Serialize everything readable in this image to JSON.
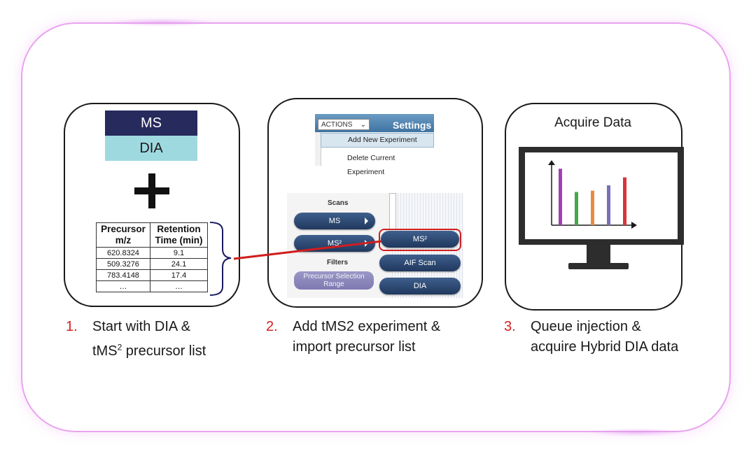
{
  "panel1": {
    "ms_label": "MS",
    "dia_label": "DIA",
    "table": {
      "headers": [
        [
          "Precursor",
          "m/z"
        ],
        [
          "Retention",
          "Time (min)"
        ]
      ],
      "rows": [
        [
          "620.8324",
          "9.1"
        ],
        [
          "509.3276",
          "24.1"
        ],
        [
          "783.4148",
          "17.4"
        ],
        [
          "…",
          "…"
        ]
      ]
    }
  },
  "panel2": {
    "actions_label": "ACTIONS",
    "settings_label": "Settings",
    "menu_items": [
      "Add New Experiment",
      "Delete Current Experiment"
    ],
    "scans_label": "Scans",
    "filters_label": "Filters",
    "left_buttons": [
      "MS",
      "MS²"
    ],
    "filter_button": "Precursor Selection Range",
    "right_buttons": [
      "MS²",
      "AIF Scan",
      "DIA"
    ]
  },
  "panel3": {
    "title": "Acquire Data",
    "bar_colors": [
      "#a23fb8",
      "#43a84a",
      "#ea8a3f",
      "#7570b8",
      "#d8343c"
    ],
    "bar_values": [
      0.85,
      0.5,
      0.52,
      0.6,
      0.72
    ]
  },
  "steps": [
    {
      "number": "1.",
      "line1": "Start with DIA &",
      "line2_pre": "tMS",
      "line2_sup": "2",
      "line2_post": " precursor list"
    },
    {
      "number": "2.",
      "line1": "Add tMS2 experiment &",
      "line2": "import precursor list"
    },
    {
      "number": "3.",
      "line1": "Queue injection &",
      "line2": "acquire Hybrid DIA data"
    }
  ],
  "colors": {
    "frame": "#e9a3ee",
    "ms_box": "#262a5c",
    "dia_box": "#9fd9e0",
    "highlight": "#d01e1e",
    "bracket": "#1a1a5e"
  }
}
